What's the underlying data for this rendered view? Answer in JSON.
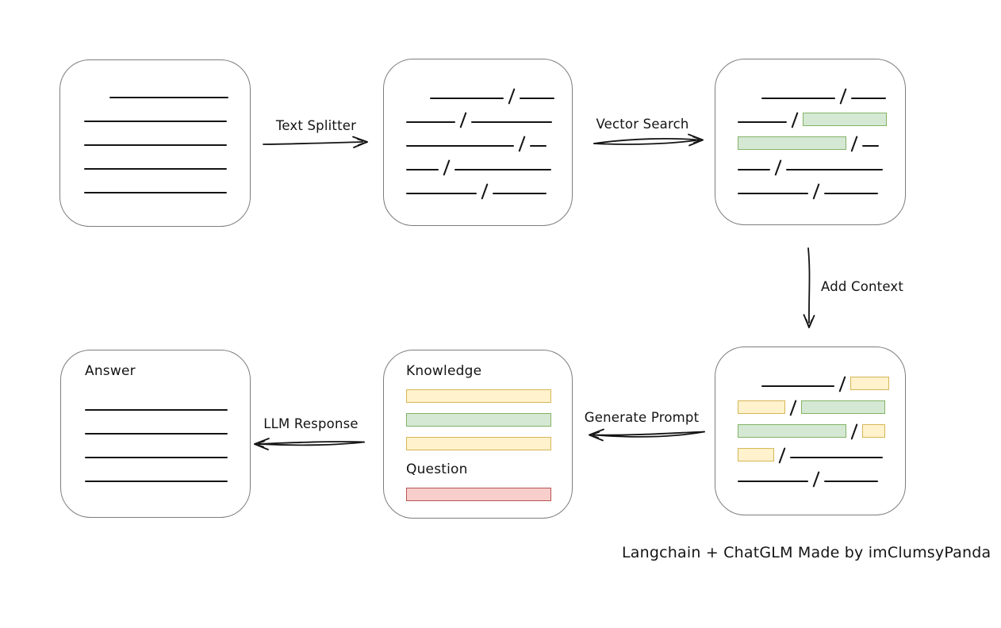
{
  "palette": {
    "bg": "#ffffff",
    "ink": "#141414",
    "box_border": "#7d7d7d",
    "green_fill": "#d5e8d4",
    "green_border": "#82b366",
    "yellow_fill": "#fff2cc",
    "yellow_border": "#d6b656",
    "red_fill": "#f8cecc",
    "red_border": "#b85450"
  },
  "arrows": {
    "text_splitter": {
      "label": "Text Splitter"
    },
    "vector_search": {
      "label": "Vector Search"
    },
    "add_context": {
      "label": "Add Context"
    },
    "generate_prompt": {
      "label": "Generate Prompt"
    },
    "llm_response": {
      "label": "LLM Response"
    }
  },
  "boxes": {
    "document": {
      "rows": [
        [
          {
            "t": "gap",
            "w": 32
          },
          {
            "t": "line",
            "w": 150
          }
        ],
        [
          {
            "t": "line",
            "w": 180
          }
        ],
        [
          {
            "t": "line",
            "w": 180
          }
        ],
        [
          {
            "t": "line",
            "w": 180
          }
        ],
        [
          {
            "t": "line",
            "w": 180
          }
        ]
      ]
    },
    "chunks": {
      "rows": [
        [
          {
            "t": "gap",
            "w": 30
          },
          {
            "t": "line",
            "w": 93
          },
          {
            "t": "slash"
          },
          {
            "t": "line",
            "w": 44
          }
        ],
        [
          {
            "t": "line",
            "w": 62
          },
          {
            "t": "slash"
          },
          {
            "t": "line",
            "w": 102
          }
        ],
        [
          {
            "t": "line",
            "w": 136
          },
          {
            "t": "slash"
          },
          {
            "t": "line",
            "w": 21
          }
        ],
        [
          {
            "t": "line",
            "w": 41
          },
          {
            "t": "slash"
          },
          {
            "t": "line",
            "w": 122
          }
        ],
        [
          {
            "t": "line",
            "w": 89
          },
          {
            "t": "slash"
          },
          {
            "t": "line",
            "w": 68
          }
        ]
      ]
    },
    "search_results": {
      "rows": [
        [
          {
            "t": "gap",
            "w": 30
          },
          {
            "t": "line",
            "w": 93
          },
          {
            "t": "slash"
          },
          {
            "t": "line",
            "w": 44
          }
        ],
        [
          {
            "t": "line",
            "w": 62
          },
          {
            "t": "slash"
          },
          {
            "t": "green",
            "w": 106
          }
        ],
        [
          {
            "t": "green",
            "w": 137
          },
          {
            "t": "slash"
          },
          {
            "t": "line",
            "w": 21
          }
        ],
        [
          {
            "t": "line",
            "w": 41
          },
          {
            "t": "slash"
          },
          {
            "t": "line",
            "w": 122
          }
        ],
        [
          {
            "t": "line",
            "w": 89
          },
          {
            "t": "slash"
          },
          {
            "t": "line",
            "w": 68
          }
        ]
      ]
    },
    "context": {
      "rows": [
        [
          {
            "t": "gap",
            "w": 30
          },
          {
            "t": "line",
            "w": 92
          },
          {
            "t": "slash"
          },
          {
            "t": "yellow",
            "w": 49
          }
        ],
        [
          {
            "t": "yellow",
            "w": 60
          },
          {
            "t": "slash"
          },
          {
            "t": "green",
            "w": 106
          }
        ],
        [
          {
            "t": "green",
            "w": 137
          },
          {
            "t": "slash"
          },
          {
            "t": "yellow",
            "w": 29
          }
        ],
        [
          {
            "t": "yellow",
            "w": 46
          },
          {
            "t": "slash"
          },
          {
            "t": "line",
            "w": 117
          }
        ],
        [
          {
            "t": "line",
            "w": 89
          },
          {
            "t": "slash"
          },
          {
            "t": "line",
            "w": 68
          }
        ]
      ]
    },
    "prompt": {
      "knowledge_label": "Knowledge",
      "knowledge_bars": [
        [
          {
            "t": "yellow",
            "w": 183
          }
        ],
        [
          {
            "t": "green",
            "w": 183
          }
        ],
        [
          {
            "t": "yellow",
            "w": 183
          }
        ]
      ],
      "question_label": "Question",
      "question_bars": [
        [
          {
            "t": "red",
            "w": 183
          }
        ]
      ]
    },
    "answer": {
      "label": "Answer",
      "rows": [
        [
          {
            "t": "line",
            "w": 180
          }
        ],
        [
          {
            "t": "line",
            "w": 180
          }
        ],
        [
          {
            "t": "line",
            "w": 180
          }
        ],
        [
          {
            "t": "line",
            "w": 180
          }
        ]
      ]
    }
  },
  "footer": {
    "caption": "Langchain + ChatGLM Made by imClumsyPanda"
  }
}
